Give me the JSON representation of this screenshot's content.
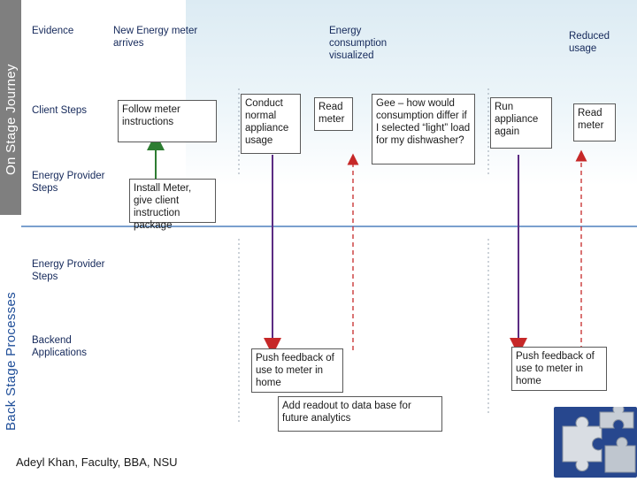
{
  "lanes": {
    "on_stage": "On Stage Journey",
    "back_stage": "Back Stage Processes"
  },
  "rows": {
    "evidence": "Evidence",
    "client_steps": "Client Steps",
    "energy_provider_steps_top": "Energy Provider Steps",
    "energy_provider_steps_bottom": "Energy Provider Steps",
    "backend_applications": "Backend Applications"
  },
  "evidence": {
    "new_meter": "New Energy meter arrives",
    "consumption_visualized": "Energy consumption visualized",
    "reduced_usage": "Reduced usage"
  },
  "client_steps": {
    "follow_instructions": "Follow meter instructions",
    "conduct_usage": "Conduct normal appliance usage",
    "read_meter_1": "Read meter",
    "question": "Gee – how would consumption differ if I selected “light” load for my dishwasher?",
    "run_appliance": "Run appliance again",
    "read_meter_2": "Read meter"
  },
  "provider_steps": {
    "install_meter": "Install Meter, give client instruction package"
  },
  "backend": {
    "push_feedback_1": "Push feedback of use to meter in home",
    "add_readout": "Add readout to data base for future analytics",
    "push_feedback_2": "Push feedback of use to meter in home"
  },
  "footer": {
    "credit": "Adeyl Khan, Faculty, BBA, NSU"
  },
  "colors": {
    "on_stage_band": "#7f7f7f",
    "back_stage_label": "#1f4e99",
    "arrow_green": "#2e7d32",
    "arrow_red": "#c62828",
    "puzzle": "#27478e"
  }
}
